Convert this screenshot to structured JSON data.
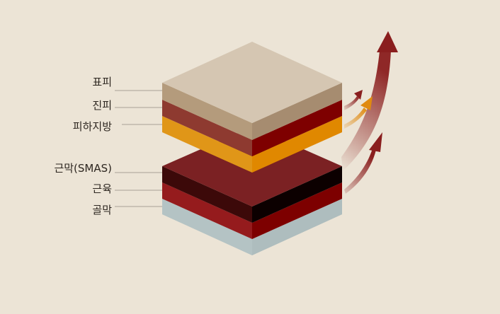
{
  "labels": {
    "epidermis": "표피",
    "dermis": "진피",
    "subcutaneous_fat": "피하지방",
    "smas": "근막(SMAS)",
    "muscle": "근육",
    "periosteum": "골막"
  },
  "colors": {
    "background": "#ece4d6",
    "epidermis": "#d5c6b2",
    "dermis": "#8b1e1e",
    "fat": "#e09618",
    "smas": "#7b2123",
    "muscle": "#8e1a1c",
    "periosteum": "#b4c3c4",
    "arrow": "#8a1e1e",
    "arrow_orange": "#e08a10"
  }
}
